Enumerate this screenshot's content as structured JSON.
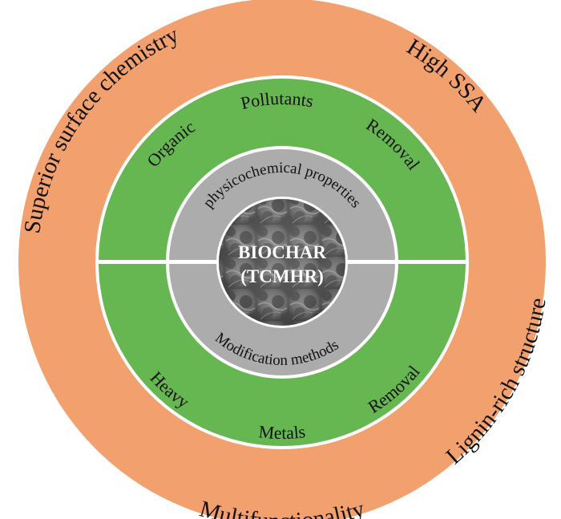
{
  "center": {
    "line1": "BIOCHAR",
    "line2": "(TCMHR)",
    "image": "porous-biochar-micrograph"
  },
  "inner_ring": {
    "top": "physicochemical properties",
    "bottom": "Modification methods"
  },
  "middle_ring": {
    "top": [
      "Organic",
      "Pollutants",
      "Removal"
    ],
    "bottom": [
      "Heavy",
      "Metals",
      "Removal"
    ]
  },
  "outer_ring": {
    "labels": [
      "High SSA",
      "Lignin-rich structure",
      "Multifunctionality",
      "Superior surface chemistry"
    ]
  },
  "colors": {
    "outer": "#f3a06f",
    "middle": "#66b652",
    "inner": "#acacac",
    "separator": "#ffffff"
  }
}
